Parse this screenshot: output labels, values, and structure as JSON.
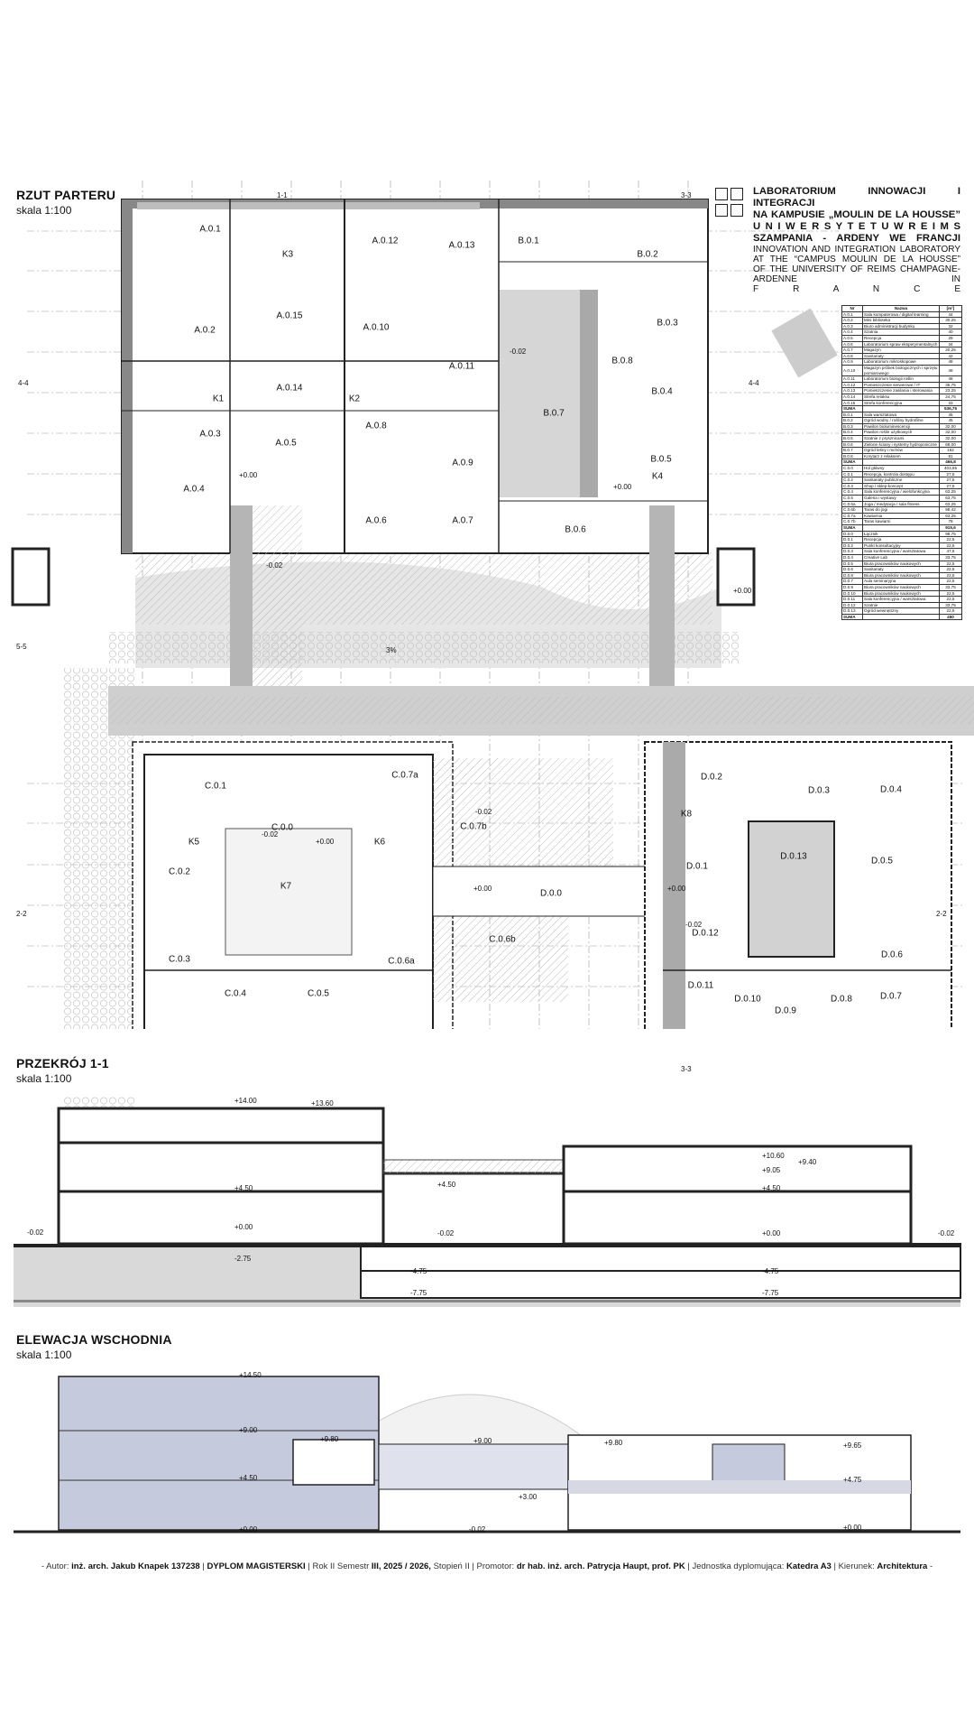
{
  "title": {
    "pl": [
      "LABORATORIUM INNOWACJI I INTEGRACJI",
      "NA KAMPUSIE „MOULIN DE LA HOUSSE”",
      "U N I W E R S Y T E T U   W   R E I M S",
      "SZAMPANIA - ARDENY WE FRANCJI"
    ],
    "en": [
      "INNOVATION AND INTEGRATION LABORATORY",
      "AT THE “CAMPUS MOULIN DE LA HOUSSE”",
      "OF THE UNIVERSITY OF REIMS CHAMPAGNE-ARDENNE IN",
      "F R A N C E"
    ]
  },
  "sections": {
    "plan": {
      "title": "RZUT PARTERU",
      "scale": "skala 1:100"
    },
    "section": {
      "title": "PRZEKRÓJ 1-1",
      "scale": "skala 1:100"
    },
    "elevation": {
      "title": "ELEWACJA WSCHODNIA",
      "scale": "skala 1:100"
    }
  },
  "plan_labels": [
    "A.0.1",
    "K3",
    "A.0.12",
    "A.0.13",
    "B.0.1",
    "B.0.2",
    "A.0.2",
    "A.0.15",
    "A.0.10",
    "B.0.3",
    "A.0.11",
    "B.0.8",
    "B.0.7",
    "B.0.4",
    "K1",
    "A.0.14",
    "K2",
    "A.0.3",
    "A.0.8",
    "A.0.5",
    "A.0.9",
    "B.0.5",
    "K4",
    "A.0.4",
    "A.0.6",
    "A.0.7",
    "B.0.6",
    "C.0.1",
    "C.0.7a",
    "D.0.2",
    "D.0.3",
    "D.0.4",
    "C.0.0",
    "C.0.7b",
    "K8",
    "K5",
    "K6",
    "D.0.13",
    "D.0.5",
    "K7",
    "C.0.2",
    "D.0.1",
    "D.0.0",
    "C.0.6b",
    "D.0.12",
    "D.0.6",
    "C.0.3",
    "C.0.6a",
    "D.0.11",
    "C.0.4",
    "C.0.5",
    "D.0.10",
    "D.0.9",
    "D.0.8",
    "D.0.7"
  ],
  "plan_levels": [
    "+0.00",
    "-0.02",
    "-0.02",
    "+0.00",
    "+0.00",
    "-0.02",
    "+0.00",
    "+0.00",
    "-0.02",
    "3%",
    "4-4",
    "4-4",
    "5-5",
    "2-2",
    "2-2",
    "1-1",
    "3-3",
    "3-3",
    "-0.02",
    "+0.00"
  ],
  "section_levels": [
    "+14.00",
    "+13.60",
    "+4.50",
    "+0.00",
    "-0.02",
    "-2.75",
    "-4.75",
    "-7.75",
    "+4.50",
    "-0.02",
    "+10.60",
    "+9.05",
    "+9.40",
    "+4.50",
    "+0.00",
    "-4.75",
    "-7.75",
    "-0.02"
  ],
  "elevation_levels": [
    "+14.50",
    "+9.00",
    "+4.50",
    "+0.00",
    "+9.80",
    "+9.00",
    "+3.00",
    "-0.02",
    "+9.80",
    "+9.65",
    "+4.75",
    "+0.00"
  ],
  "room_table": {
    "headers": [
      "Nr",
      "Nazwa",
      "[m²]"
    ],
    "rows": [
      [
        "A.0.1",
        "Sala komputerowa / digital learning",
        "44"
      ],
      [
        "A.0.2",
        "Mini biblioteka",
        "30,25"
      ],
      [
        "A.0.3",
        "Biuro administracji budynku",
        "32"
      ],
      [
        "A.0.4",
        "Szatnia",
        "40"
      ],
      [
        "A.0.5",
        "Recepcja",
        "29"
      ],
      [
        "A.0.6",
        "Laboratorium spraw eksperymentalnych",
        "34"
      ],
      [
        "A.0.7",
        "Magazyn",
        "20,25"
      ],
      [
        "A.0.8",
        "Sanitariaty",
        "42"
      ],
      [
        "A.0.9",
        "Laboratorium mikroskopowe",
        "48"
      ],
      [
        "A.0.10",
        "Magazyn próbek biologicznych i sprzętu pomiarowego",
        "48"
      ],
      [
        "A.0.11",
        "Laboratorium biologii roślin",
        "48"
      ],
      [
        "A.0.12",
        "Pomieszczenie serwerowe / IT",
        "35,75"
      ],
      [
        "A.0.13",
        "Pomieszczenie zasilania i sterowania",
        "23,25"
      ],
      [
        "A.0.14",
        "Strefa relaksu",
        "24,75"
      ],
      [
        "A.0.15",
        "Strefa konferencyjna",
        "33"
      ],
      [
        "SUMA",
        "",
        "536,75"
      ],
      [
        "B.0.1",
        "Sala warsztatowa",
        "45"
      ],
      [
        "B.0.2",
        "Ogród wodny / rośliny hydrofilne",
        "45"
      ],
      [
        "B.0.3",
        "Pawilon bioluminescencji",
        "32,00"
      ],
      [
        "B.0.4",
        "Pawilon roślin użytkowych",
        "32,00"
      ],
      [
        "B.0.5",
        "Szatnie z prysznicami",
        "32,00"
      ],
      [
        "B.0.6",
        "Zielone ściany i systemy hydroponiczne",
        "68,00"
      ],
      [
        "B.0.7",
        "Ogród leśny i mchów",
        "162"
      ],
      [
        "B.0.8",
        "Korytarz z relaksem",
        "81"
      ],
      [
        "SUMA",
        "",
        "466,8"
      ],
      [
        "C.0.0",
        "Hol główny",
        "403,65"
      ],
      [
        "C.0.1",
        "Recepcja, kontrola dostępu",
        "27,5"
      ],
      [
        "C.0.2",
        "Sanitariaty publiczne",
        "27,5"
      ],
      [
        "C.0.3",
        "Shop / sklep-koncept",
        "27,5"
      ],
      [
        "C.0.4",
        "Sala konferencyjna / wielofunkcyjna",
        "63,25"
      ],
      [
        "C.0.5",
        "Galeria i wystawy",
        "63,75"
      ],
      [
        "C.0.6a",
        "Joga / medytacja / sala fitness",
        "63,25"
      ],
      [
        "C.0.6b",
        "Taras do jogi",
        "98,42"
      ],
      [
        "C.0.7a",
        "Kawiarnia",
        "63,25"
      ],
      [
        "C.0.7b",
        "Taras kawiarni",
        "78"
      ],
      [
        "SUMA",
        "",
        "915,6"
      ],
      [
        "D.0.0",
        "Łącznik",
        "98,75"
      ],
      [
        "D.0.1",
        "Recepcja",
        "22,5"
      ],
      [
        "D.0.2",
        "Punkt konsultacyjny",
        "22,5"
      ],
      [
        "D.0.3",
        "Sala konferencyjna / warsztatowa",
        "47,5"
      ],
      [
        "D.0.4",
        "Creative Lab",
        "33,75"
      ],
      [
        "D.0.5",
        "Biura pracowników naukowych",
        "22,5"
      ],
      [
        "D.0.6",
        "Sanitariaty",
        "22,5"
      ],
      [
        "D.0.8",
        "Biura pracowników naukowych",
        "22,5"
      ],
      [
        "D.0.7",
        "Aula seminaryjna",
        "22,5"
      ],
      [
        "D.0.9",
        "Biura pracowników naukowych",
        "33,75"
      ],
      [
        "D.0.10",
        "Biura pracowników naukowych",
        "22,5"
      ],
      [
        "D.0.11",
        "Sala konferencyjna / warsztatowa",
        "22,5"
      ],
      [
        "D.0.12",
        "Szatnie",
        "33,75"
      ],
      [
        "D.0.13",
        "Ogród wewnętrzny",
        "22,5"
      ],
      [
        "SUMA",
        "",
        "450"
      ]
    ]
  },
  "footer": {
    "author_label": "- Autor: ",
    "author": "inż. arch. Jakub Knapek 137238",
    "sep": " | ",
    "type": "DYPLOM MAGISTERSKI",
    "year_label": "Rok II Semestr ",
    "year": "III, 2025 / 2026,",
    "stage": " Stopień II",
    "promotor_label": "Promotor: ",
    "promotor": "dr hab. inż. arch. Patrycja Haupt, prof. PK",
    "unit_label": "Jednostka dyplomująca: ",
    "unit": "Katedra A3",
    "field_label": "Kierunek: ",
    "field": "Architektura",
    "end": " -"
  }
}
